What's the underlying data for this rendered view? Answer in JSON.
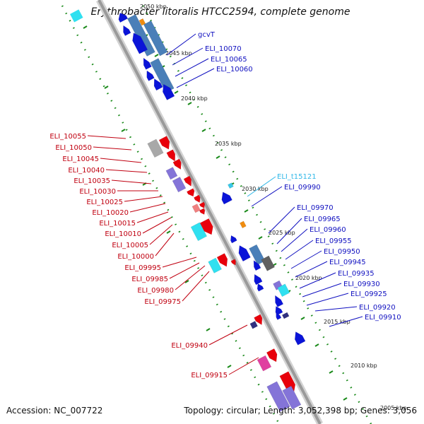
{
  "title": "Erythrobacter litoralis HTCC2594, complete genome",
  "footer": {
    "accession": "Accession: NC_007722",
    "summary": "Topology: circular; Length: 3,052,398 bp; Genes: 3,056"
  },
  "colors": {
    "strand_plus": "#e8000b",
    "strand_minus": "#0a14d8",
    "trna": "#38c8e8",
    "cds_steel": "#4a7fb8",
    "cds_lavender": "#8474d8",
    "cds_grey": "#a8a8a8",
    "cds_pink": "#e040a0",
    "cds_orange": "#f08c10",
    "cds_cyan": "#30e0f0",
    "backbone": "#9a9a9a",
    "ticks": "#1a8a1a",
    "label_plus": "#c00010",
    "label_minus": "#1010c0",
    "label_trna": "#30b8e8"
  },
  "scale_ticks": [
    "2050 kbp",
    "2045 kbp",
    "2040 kbp",
    "2035 kbp",
    "2030 kbp",
    "2025 kbp",
    "2020 kbp",
    "2015 kbp",
    "2010 kbp",
    "2005 kbp"
  ],
  "labels_minus": [
    "gcvT",
    "ELI_10070",
    "ELI_10065",
    "ELI_10060",
    "ELI_09990",
    "ELI_09970",
    "ELI_09965",
    "ELI_09960",
    "ELI_09955",
    "ELI_09950",
    "ELI_09945",
    "ELI_09935",
    "ELI_09930",
    "ELI_09925",
    "ELI_09920",
    "ELI_09910"
  ],
  "labels_trna": [
    "ELI_t15121"
  ],
  "labels_plus": [
    "ELI_10055",
    "ELI_10050",
    "ELI_10045",
    "ELI_10040",
    "ELI_10035",
    "ELI_10030",
    "ELI_10025",
    "ELI_10020",
    "ELI_10015",
    "ELI_10010",
    "ELI_10005",
    "ELI_10000",
    "ELI_09995",
    "ELI_09985",
    "ELI_09980",
    "ELI_09975",
    "ELI_09940",
    "ELI_09915"
  ]
}
